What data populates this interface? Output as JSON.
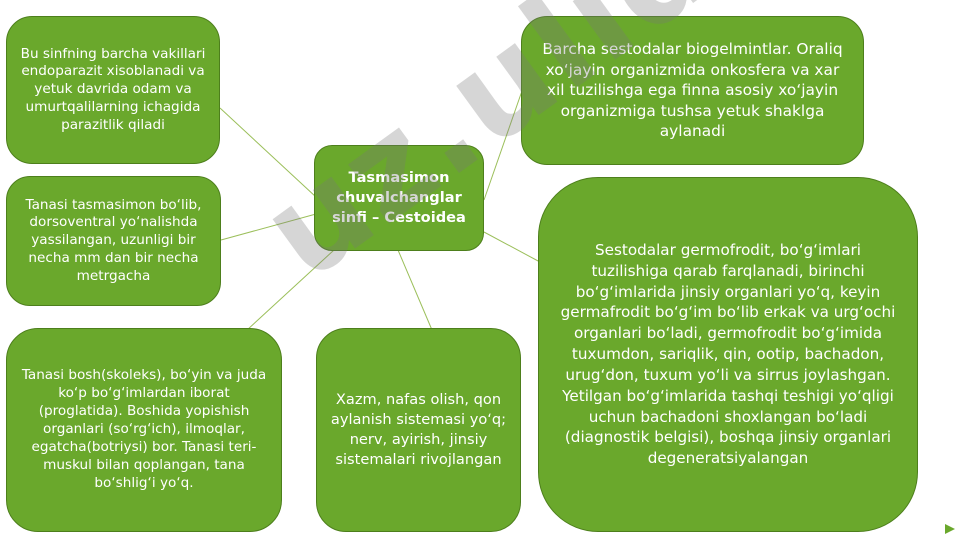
{
  "diagram": {
    "center": "Tasmasimon chuvalchanglar sinfi – Cestoidea",
    "top_left": "Bu sinfning barcha vakillari endoparazit xisoblanadi va yetuk davrida odam va umurtqalilarning ichagida parazitlik qiladi",
    "middle_left": "Tanasi tasmasimon bo‘lib, dorsoventral yo‘nalishda yassilangan, uzunligi bir necha mm dan bir necha metrgacha",
    "bottom_left": "Tanasi bosh(skoleks), bo‘yin va juda ko‘p bo‘g‘imlardan iborat (proglatida). Boshida yopishish organlari (so‘rg‘ich), ilmoqlar, egatcha(botriysi) bor. Tanasi teri-muskul bilan qoplangan, tana bo‘shlig‘i yo‘q.",
    "bottom_center": "Xazm, nafas olish, qon aylanish sistemasi yo‘q; nerv, ayirish, jinsiy sistemalari rivojlangan",
    "top_right": "Barcha sestodalar biogelmintlar. Oraliq xo‘jayin organizmida onkosfera va xar xil tuzilishga ega finna asosiy xo‘jayin organizmiga tushsa yetuk shaklga aylanadi",
    "bottom_right": "Sestodalar germofrodit, bo‘g‘imlari tuzilishiga qarab farqlanadi, birinchi bo‘g‘imlarida jinsiy organlari yo‘q, keyin germafrodit bo‘g‘im bo‘lib erkak va urg‘ochi organlari bo‘ladi, germofrodit bo‘g‘imida tuxumdon, sariqlik, qin, ootip, bachadon, urug‘don, tuxum yo‘li va sirrus joylashgan. Yetilgan bo‘g‘imlarida tashqi teshigi yo‘qligi uchun bachadoni shoxlangan bo‘ladi (diagnostik belgisi), boshqa jinsiy organlari degeneratsiyalangan"
  },
  "watermark": "uz.ulido",
  "colors": {
    "node_fill": "#6aa82c",
    "node_border": "#4d7f1c",
    "connector": "#9bbf5a",
    "text": "#ffffff"
  },
  "icons": {
    "corner_decoration": "play-triangle-icon"
  }
}
